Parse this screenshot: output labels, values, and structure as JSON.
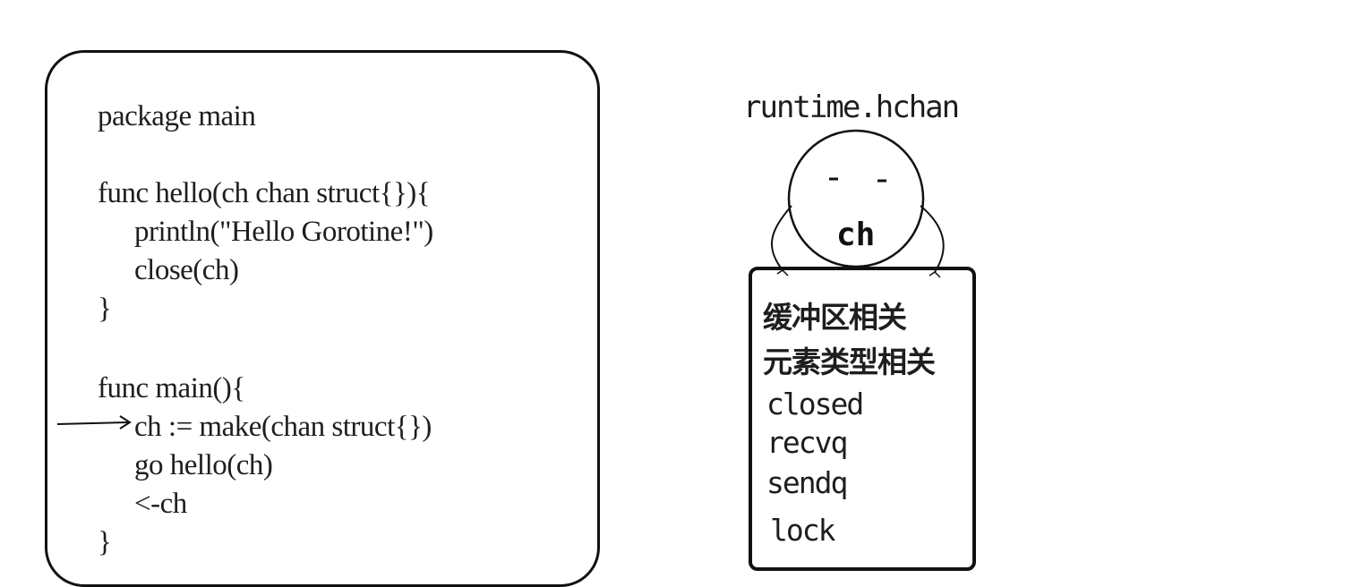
{
  "code": {
    "lines": [
      "package main",
      "func hello(ch chan struct{}){",
      "println(\"Hello Gorotine!\")",
      "close(ch)",
      "}",
      "func main(){",
      "ch := make(chan struct{})",
      "go hello(ch)",
      "<-ch",
      "}"
    ]
  },
  "hchan": {
    "title": "runtime.hchan",
    "label": "ch",
    "fields": [
      "缓冲区相关",
      "元素类型相关",
      "closed",
      "recvq",
      "sendq",
      "lock"
    ]
  }
}
